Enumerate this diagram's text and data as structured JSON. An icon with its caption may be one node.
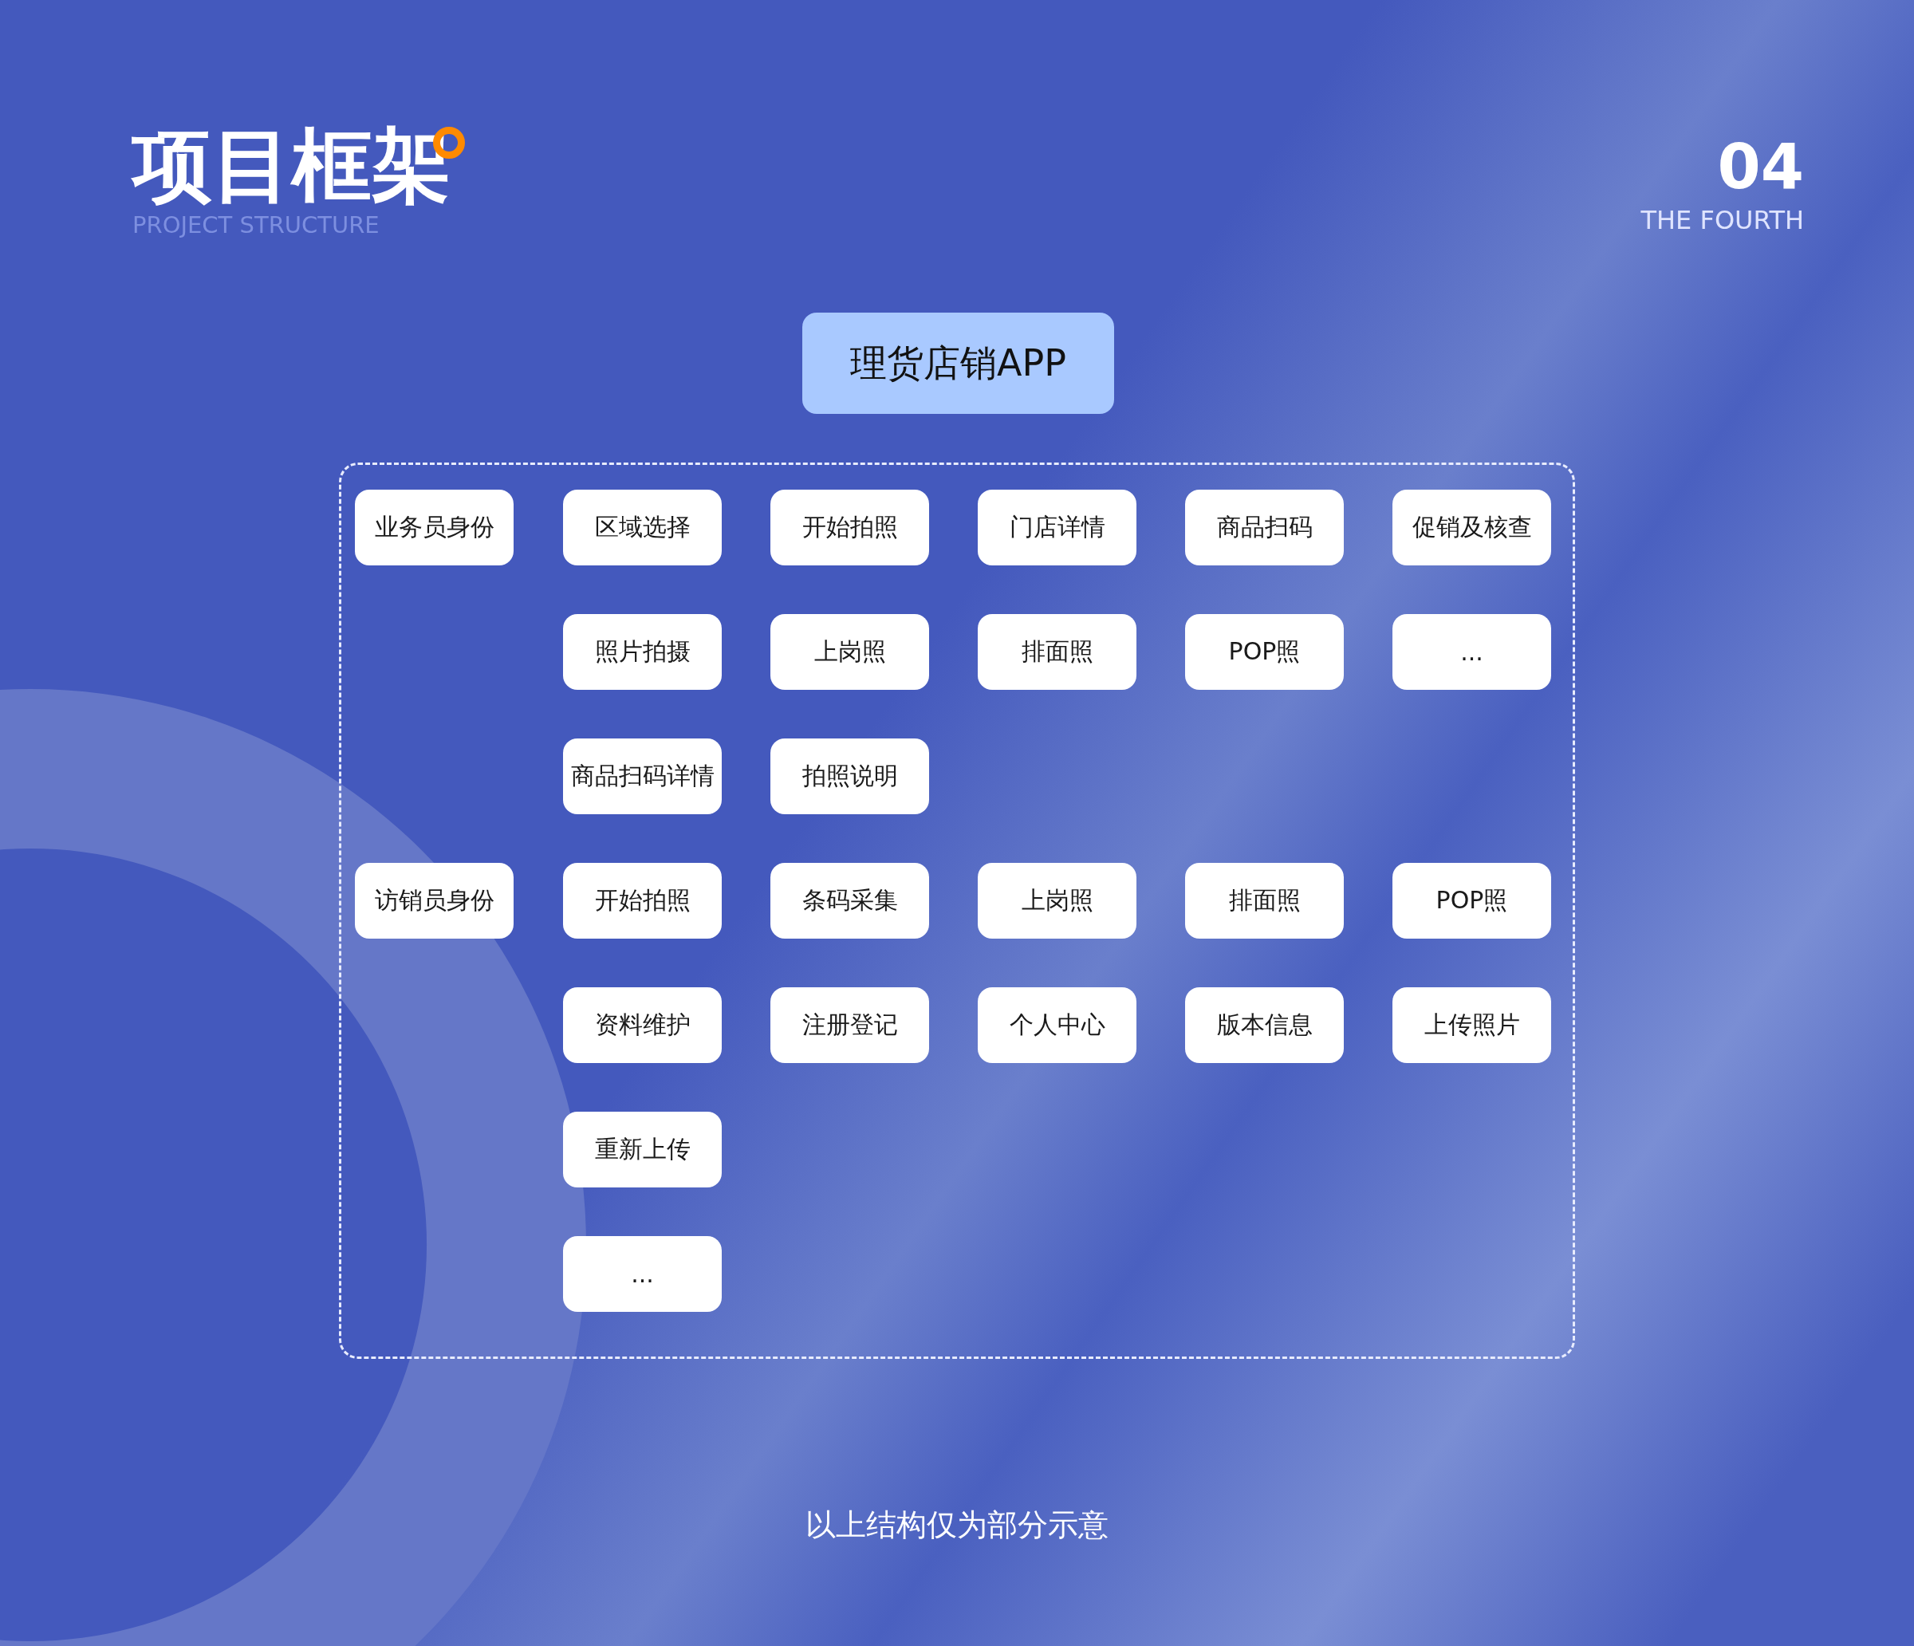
{
  "diagram": {
    "title": "项目框架",
    "caption": "以上结构仅为部分示意",
    "nodes": [
      {
        "text": [
          "理货店销APP"
        ]
      },
      {
        "text": [],
        "shape": "box"
      },
      {
        "text": [
          "业务员身份"
        ],
        "in": 1
      },
      {
        "text": [
          "区域选择"
        ],
        "in": 1
      },
      {
        "text": [
          "开始拍照"
        ],
        "in": 1
      },
      {
        "text": [
          "门店详情"
        ],
        "in": 1
      },
      {
        "text": [
          "商品扫码"
        ],
        "in": 1
      },
      {
        "text": [
          "促销及核查"
        ],
        "in": 1
      },
      {
        "text": [
          "照片拍摄"
        ],
        "in": 1
      },
      {
        "text": [
          "上岗照"
        ],
        "in": 1
      },
      {
        "text": [
          "排面照"
        ],
        "in": 1
      },
      {
        "text": [
          "POP照"
        ],
        "in": 1
      },
      {
        "text": [
          "..."
        ],
        "in": 1
      },
      {
        "text": [
          "商品扫码详情"
        ],
        "in": 1
      },
      {
        "text": [
          "拍照说明"
        ],
        "in": 1
      },
      {
        "text": [
          "访销员身份"
        ],
        "in": 1
      },
      {
        "text": [
          "开始拍照"
        ],
        "in": 1
      },
      {
        "text": [
          "条码采集"
        ],
        "in": 1
      },
      {
        "text": [
          "上岗照"
        ],
        "in": 1
      },
      {
        "text": [
          "排面照"
        ],
        "in": 1
      },
      {
        "text": [
          "POP照"
        ],
        "in": 1
      },
      {
        "text": [
          "资料维护"
        ],
        "in": 1
      },
      {
        "text": [
          "注册登记"
        ],
        "in": 1
      },
      {
        "text": [
          "个人中心"
        ],
        "in": 1
      },
      {
        "text": [
          "版本信息"
        ],
        "in": 1
      },
      {
        "text": [
          "上传照片"
        ],
        "in": 1
      },
      {
        "text": [
          "重新上传"
        ],
        "in": 1
      },
      {
        "text": [
          "..."
        ],
        "in": 1
      }
    ],
    "labels": [
      "PROJECT STRUCTURE",
      "04",
      "THE FOURTH"
    ]
  }
}
